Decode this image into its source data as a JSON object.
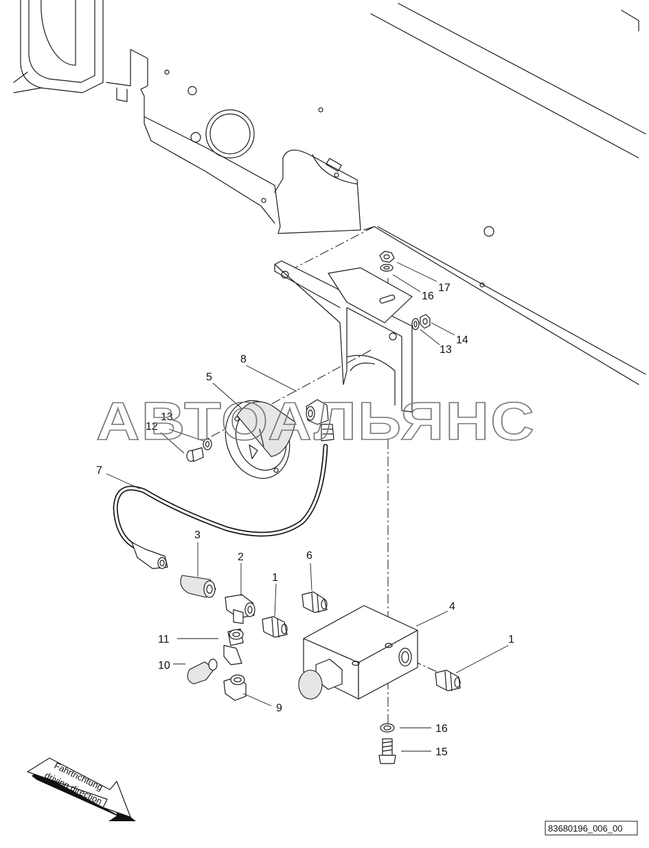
{
  "watermark": "АВТОАЛЬЯНС",
  "drawing_code": "83680196_006_00",
  "direction_arrow": {
    "line1": "Fahrtrichtung",
    "line2": "driving direction"
  },
  "callouts": {
    "c1a": "1",
    "c1b": "1",
    "c2": "2",
    "c3": "3",
    "c4": "4",
    "c5": "5",
    "c6": "6",
    "c7": "7",
    "c8": "8",
    "c9": "9",
    "c10": "10",
    "c11": "11",
    "c12": "12",
    "c13a": "13",
    "c13b": "13",
    "c14": "14",
    "c15": "15",
    "c16a": "16",
    "c16b": "16",
    "c17": "17"
  }
}
